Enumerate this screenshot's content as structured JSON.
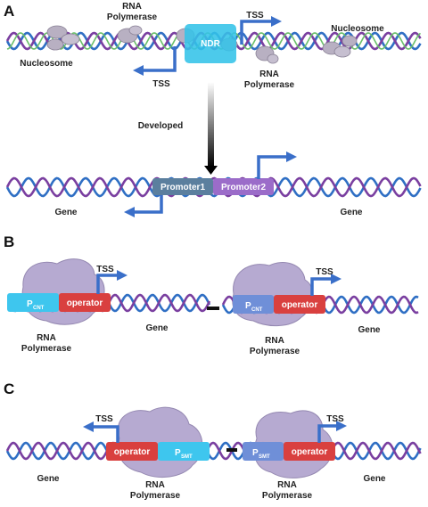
{
  "panels": {
    "a": "A",
    "b": "B",
    "c": "C"
  },
  "panel_a": {
    "nucleosome_left": "Nucleosome",
    "nucleosome_right": "Nucleosome",
    "rna_pol_top_1": "RNA",
    "rna_pol_top_2": "Polymerase",
    "rna_pol_bottom_1": "RNA",
    "rna_pol_bottom_2": "Polymerase",
    "ndr": "NDR",
    "tss_left": "TSS",
    "tss_right": "TSS",
    "developed": "Developed",
    "promoter1": "Promoter1",
    "promoter2": "Promoter2",
    "gene_left": "Gene",
    "gene_right": "Gene"
  },
  "panel_b": {
    "p_left_main": "P",
    "p_left_sub": "CNT",
    "operator_left": "operator",
    "tss_left": "TSS",
    "rna_left_1": "RNA",
    "rna_left_2": "Polymerase",
    "gene_left": "Gene",
    "p_right_main": "P",
    "p_right_sub": "CNT",
    "operator_right": "operator",
    "tss_right": "TSS",
    "rna_right_1": "RNA",
    "rna_right_2": "Polymerase",
    "gene_right": "Gene"
  },
  "panel_c": {
    "tss_left": "TSS",
    "operator_left": "operator",
    "p_left_main": "P",
    "p_left_sub": "SMT",
    "gene_left": "Gene",
    "rna_left_1": "RNA",
    "rna_left_2": "Polymerase",
    "tss_right": "TSS",
    "p_right_main": "P",
    "p_right_sub": "SMT",
    "operator_right": "operator",
    "rna_right_1": "RNA",
    "rna_right_2": "Polymerase",
    "gene_right": "Gene"
  },
  "colors": {
    "dna_blue": "#2f6fc4",
    "dna_purple": "#7a3fa0",
    "dna_green": "#6bbf6b",
    "arrow_blue": "#3a6fc9",
    "ndr_cyan": "#33c3e8",
    "promoter1": "#5b7f9e",
    "promoter2": "#9b6cc9",
    "operator_red": "#d9403f",
    "p_cnt_cyan": "#3ec6ee",
    "p_cnt_blue": "#6f8fd8",
    "polymerase_lilac": "#b3a6cf",
    "nucleosome_grey": "#b8b0c2"
  }
}
